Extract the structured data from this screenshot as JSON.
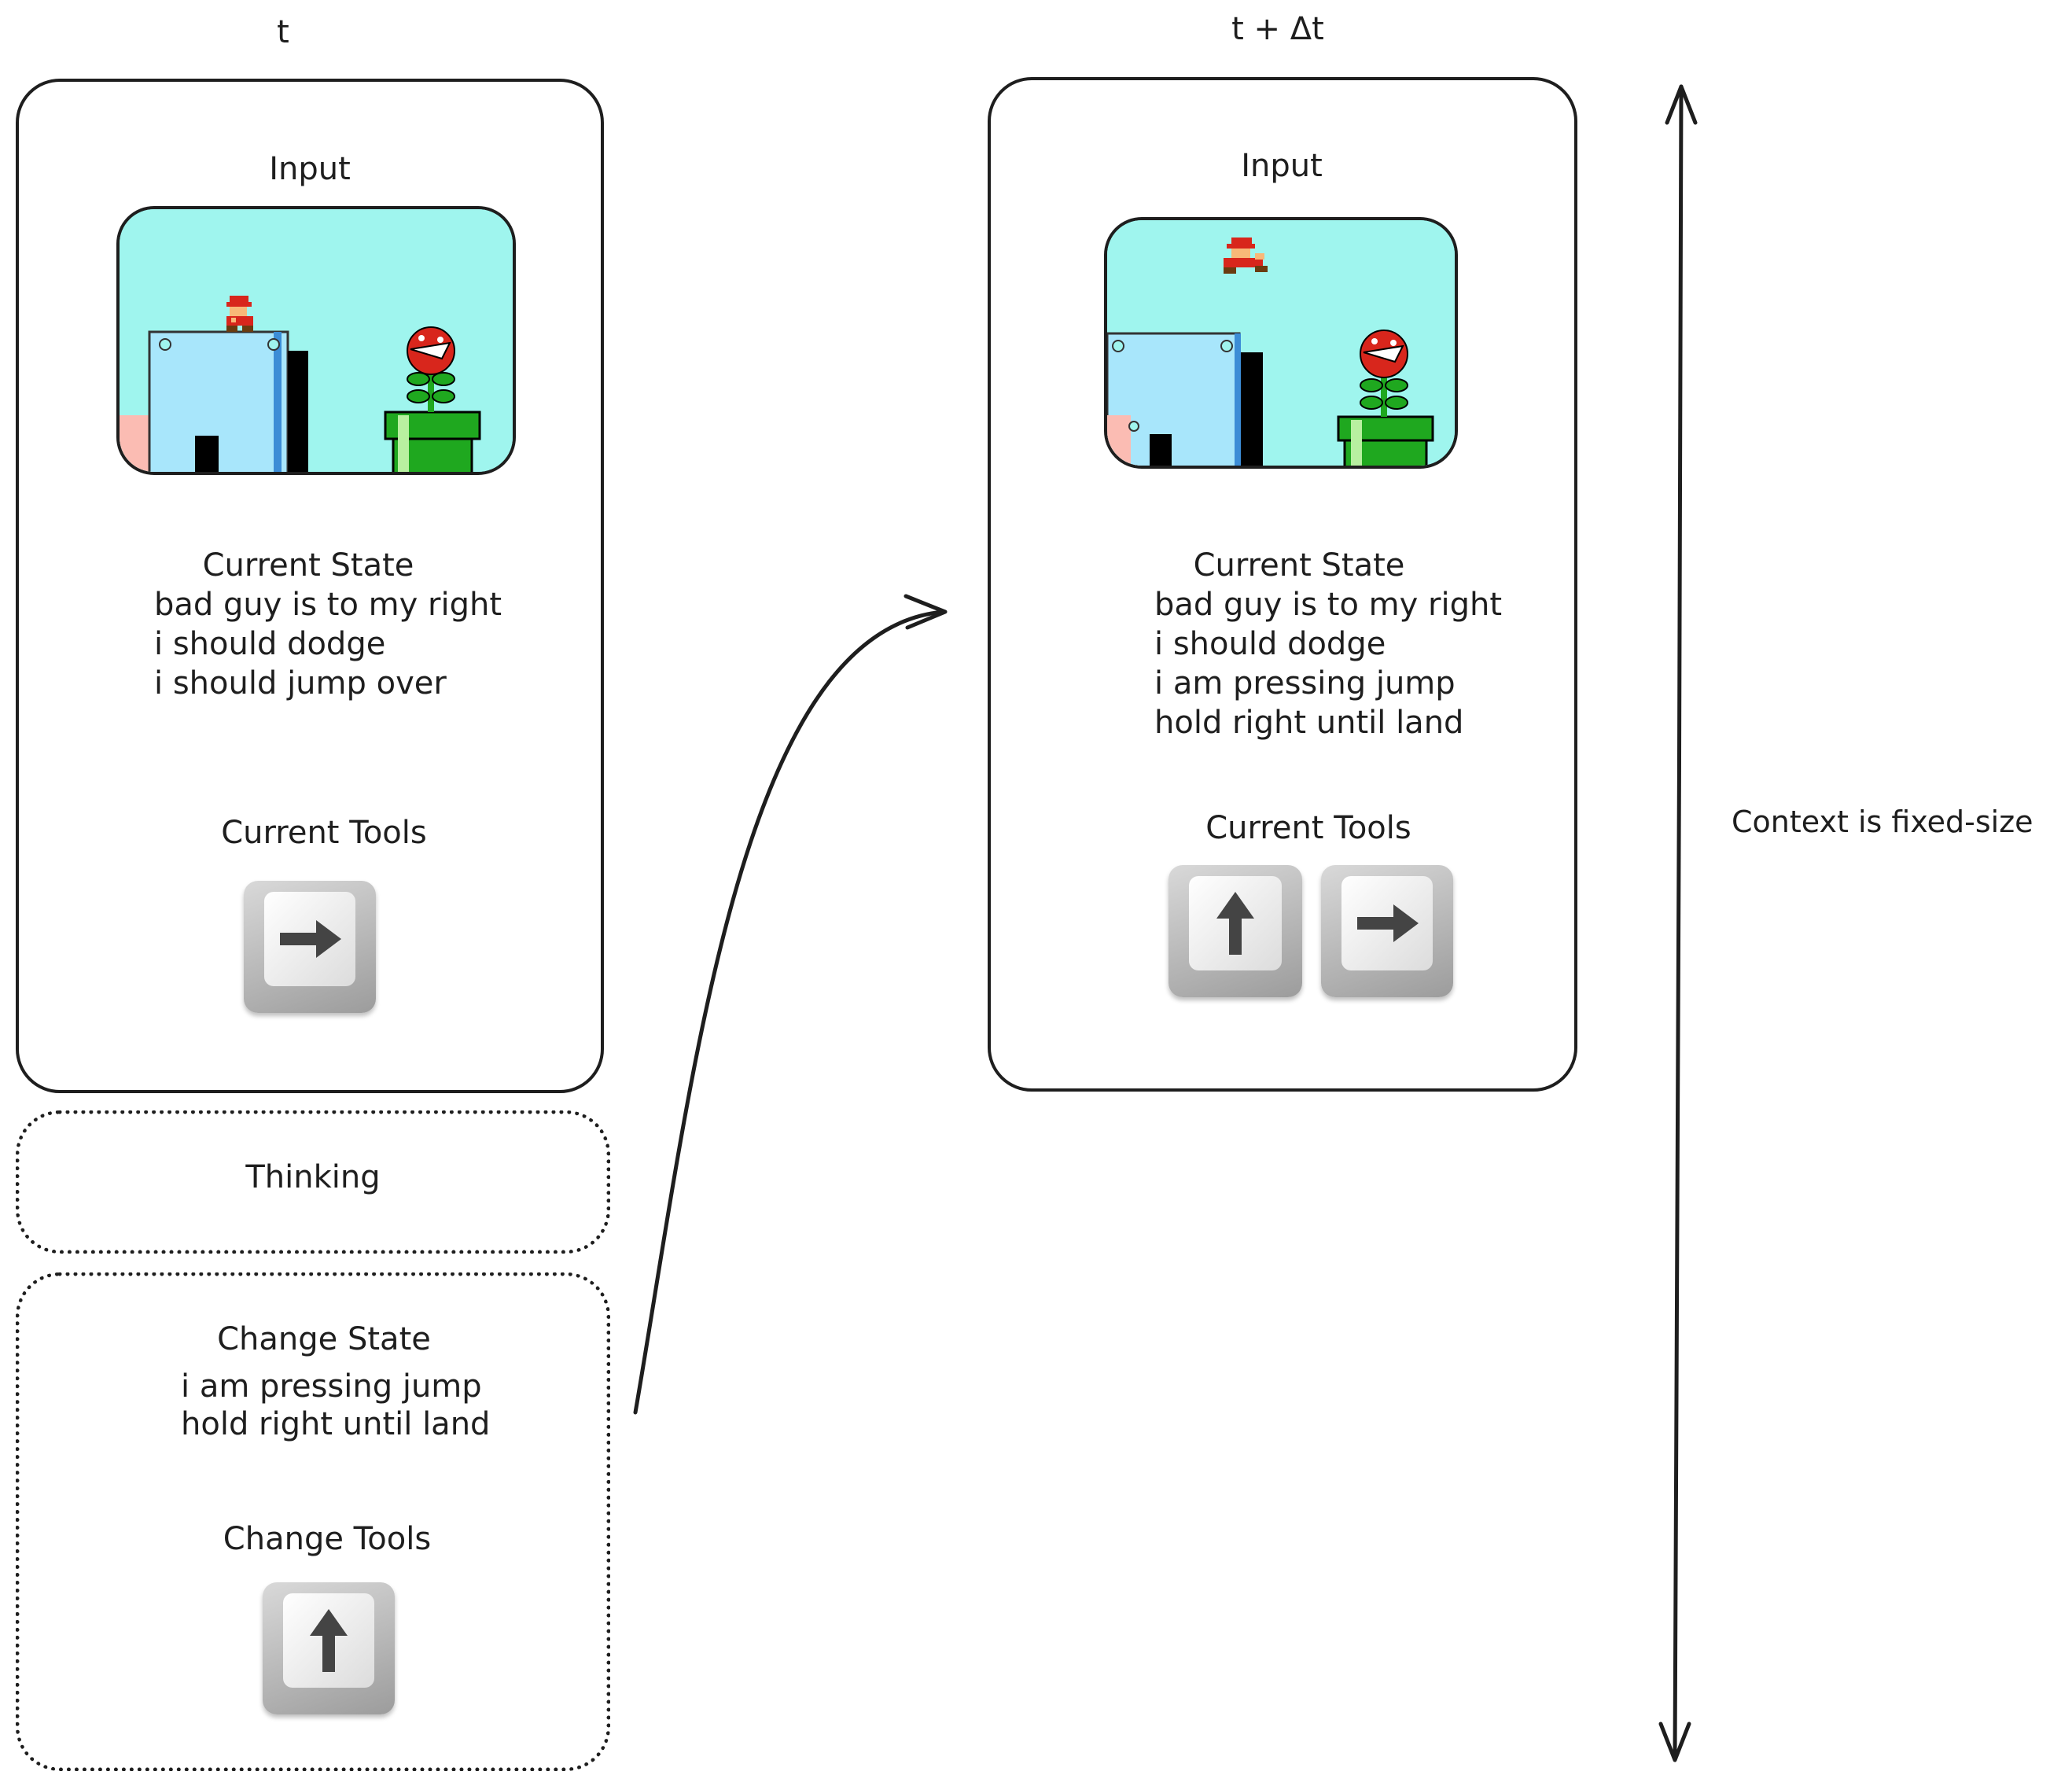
{
  "header": {
    "left_title": "t",
    "right_title": "t + Δt"
  },
  "left_panel": {
    "input_label": "Input",
    "state_title": "Current State",
    "state_lines": [
      "bad guy is to my right",
      "i should dodge",
      "i should jump over"
    ],
    "tools_title": "Current Tools",
    "tools": [
      "right-arrow-key"
    ]
  },
  "thinking": {
    "label": "Thinking"
  },
  "change": {
    "state_title": "Change State",
    "state_lines": [
      "i am pressing jump",
      "hold right until land"
    ],
    "tools_title": "Change Tools",
    "tools": [
      "up-arrow-key"
    ]
  },
  "right_panel": {
    "input_label": "Input",
    "state_title": "Current State",
    "state_lines": [
      "bad guy is to my right",
      "i should dodge",
      "i am pressing jump",
      "hold right until land"
    ],
    "tools_title": "Current Tools",
    "tools": [
      "up-arrow-key",
      "right-arrow-key"
    ]
  },
  "context_label": "Context is fixed-size",
  "colors": {
    "sky": "#9ff5ee",
    "block_blue": "#a8e6fb",
    "block_pink": "#fbbcb3",
    "pipe_green": "#1fa81f",
    "plant_red": "#d8261c"
  }
}
